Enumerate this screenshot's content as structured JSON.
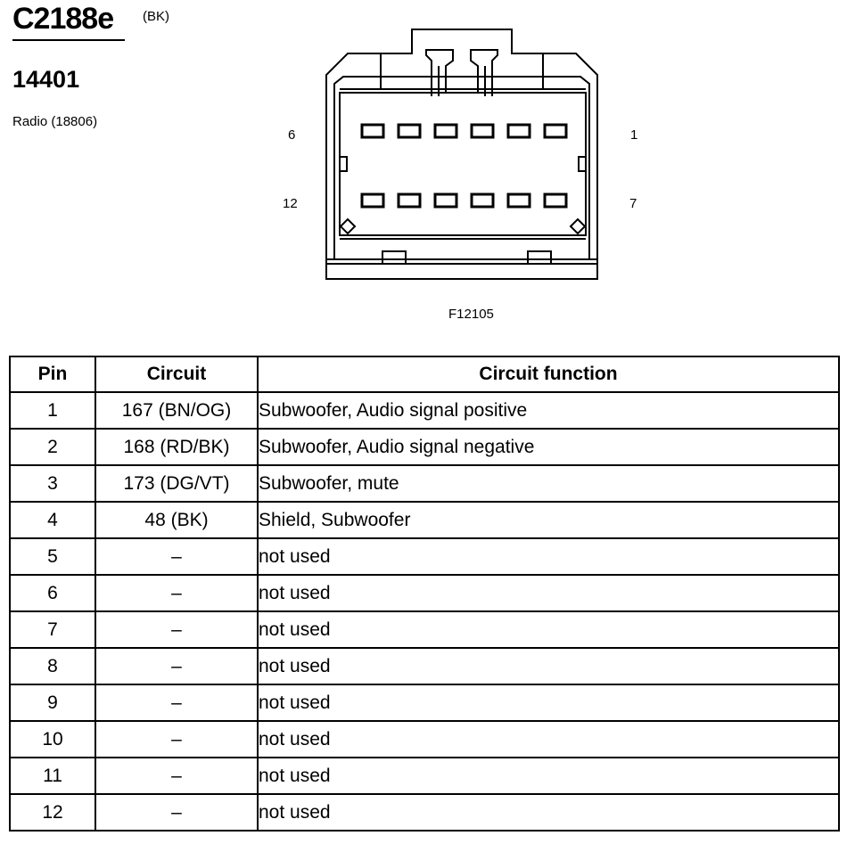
{
  "connector": {
    "id": "C2188e",
    "color": "(BK)",
    "part_number": "14401",
    "component": "Radio (18806)",
    "figure_code": "F12105",
    "pin_labels": {
      "top_left": "6",
      "top_right": "1",
      "bottom_left": "12",
      "bottom_right": "7"
    }
  },
  "table": {
    "headers": [
      "Pin",
      "Circuit",
      "Circuit function"
    ],
    "rows": [
      {
        "pin": "1",
        "circuit": "167 (BN/OG)",
        "function": "Subwoofer, Audio signal positive"
      },
      {
        "pin": "2",
        "circuit": "168 (RD/BK)",
        "function": "Subwoofer, Audio signal negative"
      },
      {
        "pin": "3",
        "circuit": "173 (DG/VT)",
        "function": "Subwoofer, mute"
      },
      {
        "pin": "4",
        "circuit": "48 (BK)",
        "function": "Shield, Subwoofer"
      },
      {
        "pin": "5",
        "circuit": "–",
        "function": "not used"
      },
      {
        "pin": "6",
        "circuit": "–",
        "function": "not used"
      },
      {
        "pin": "7",
        "circuit": "–",
        "function": "not used"
      },
      {
        "pin": "8",
        "circuit": "–",
        "function": "not used"
      },
      {
        "pin": "9",
        "circuit": "–",
        "function": "not used"
      },
      {
        "pin": "10",
        "circuit": "–",
        "function": "not used"
      },
      {
        "pin": "11",
        "circuit": "–",
        "function": "not used"
      },
      {
        "pin": "12",
        "circuit": "–",
        "function": "not used"
      }
    ]
  }
}
